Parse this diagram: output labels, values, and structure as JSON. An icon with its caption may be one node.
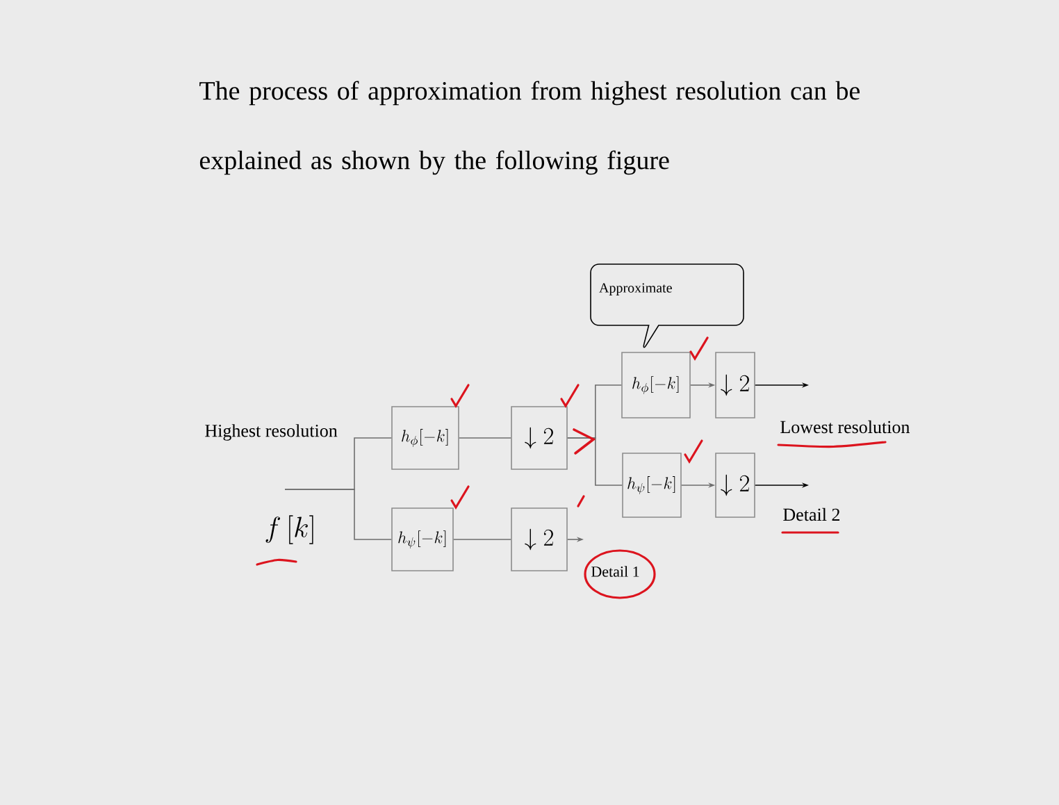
{
  "diagram": {
    "title": "The process of approximation from highest resolution can be explained as shown by the following figure",
    "nodes": [
      {
        "text": [
          "h_{\\phi}[-k]"
        ]
      },
      {
        "text": [
          "h_{\\psi}[-k]"
        ]
      },
      {
        "text": [
          "\\downarrow 2"
        ]
      },
      {
        "text": [
          "\\downarrow 2"
        ]
      },
      {
        "text": [
          "h_{\\phi}[-k]"
        ]
      },
      {
        "text": [
          "\\downarrow 2"
        ]
      },
      {
        "text": [
          "h_{\\psi}[-k]"
        ]
      },
      {
        "text": [
          "\\downarrow 2"
        ]
      },
      {
        "text": [
          "Detail 1"
        ]
      },
      {
        "text": [
          "Approximate"
        ]
      },
      {
        "text": [
          "Lowest resolution"
        ]
      },
      {
        "text": [
          "Detail 2"
        ]
      }
    ],
    "edges": [
      {
        "from": null,
        "to": 0,
        "arrow": "none"
      },
      {
        "from": null,
        "to": 1,
        "arrow": "none"
      },
      {
        "from": 0,
        "to": 2,
        "arrow": "none"
      },
      {
        "from": 1,
        "to": 3,
        "arrow": "none"
      },
      {
        "from": 2,
        "to": 4,
        "arrow": "none"
      },
      {
        "from": 2,
        "to": 6,
        "arrow": "none"
      },
      {
        "from": 3,
        "to": 8,
        "arrow": "to"
      },
      {
        "from": 4,
        "to": 5,
        "arrow": "to"
      },
      {
        "from": 6,
        "to": 7,
        "arrow": "to"
      },
      {
        "from": 5,
        "to": 10,
        "arrow": "to",
        "color": "#000000"
      },
      {
        "from": 7,
        "to": 11,
        "arrow": "to",
        "color": "#000000"
      }
    ],
    "labels": [
      "Highest resolution",
      "f\\left[k\\right]"
    ]
  }
}
